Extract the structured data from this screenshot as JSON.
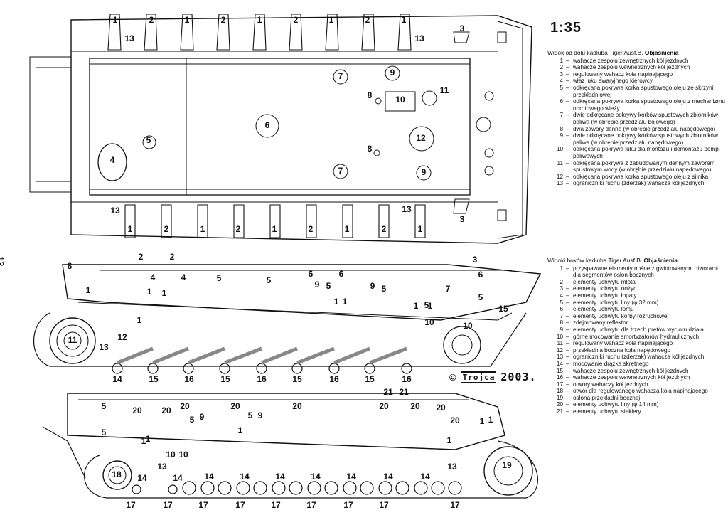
{
  "scale": "1:35",
  "page_number": "13",
  "legend_bottom": {
    "title": "Widok od dołu kadłuba Tiger Ausf.B.",
    "title_bold": "Objaśnienia",
    "items": [
      {
        "n": "1",
        "t": "wahacze zespołu zewnętrznych kół jezdnych"
      },
      {
        "n": "2",
        "t": "wahacze zespołu wewnętrznych kół jezdnych"
      },
      {
        "n": "3",
        "t": "regulowany wahacz koła napinającego"
      },
      {
        "n": "4",
        "t": "właz luku awaryjnego kierowcy"
      },
      {
        "n": "5",
        "t": "odkręcana pokrywa korka spustowego oleju ze skrzyni przekładniowej"
      },
      {
        "n": "6",
        "t": "odkręcana pokrywa korka spustowego oleju z mechanizmu obrotowego wieży"
      },
      {
        "n": "7",
        "t": "dwie odkręcane pokrywy korków spustowych zbiorników paliwa (w obrębie przedziału bojowego)"
      },
      {
        "n": "8",
        "t": "dwa zawory denne (w obrębie przedziału napędowego)"
      },
      {
        "n": "9",
        "t": "dwie odkręcane pokrywy korków spustowych zbiorników paliwa (w obrębie przedziału napędowego)"
      },
      {
        "n": "10",
        "t": "odkręcana pokrywa luku dla montażu i demontażu pomp paliwowych"
      },
      {
        "n": "11",
        "t": "odkręcana pokrywa z zabudowanym dennym zaworem spustowym wody (w obrębie przedziału napędowego)"
      },
      {
        "n": "12",
        "t": "odkręcana pokrywa korka spustowego oleju z silnika"
      },
      {
        "n": "13",
        "t": "ograniczniki ruchu (zderzak) wahacza kół jezdnych"
      }
    ]
  },
  "legend_side": {
    "title": "Widoki boków kadłuba Tiger Ausf.B.",
    "title_bold": "Objaśnienia",
    "items": [
      {
        "n": "1",
        "t": "przyspawane elementy nośne z gwintowanymi otworami dla segmentów osłon bocznych"
      },
      {
        "n": "2",
        "t": "elementy uchwytu młota"
      },
      {
        "n": "3",
        "t": "elementy uchwytu nożyc"
      },
      {
        "n": "4",
        "t": "elementy uchwytu łopaty"
      },
      {
        "n": "5",
        "t": "elementy uchwytu liny (φ 32 mm)"
      },
      {
        "n": "6",
        "t": "elementy uchwytu łomu"
      },
      {
        "n": "7",
        "t": "elementy uchwytu korby rozruchowej"
      },
      {
        "n": "8",
        "t": "zdejmowany reflektor"
      },
      {
        "n": "9",
        "t": "elementy uchwytu dla trzech prętów wycioru działa"
      },
      {
        "n": "10",
        "t": "górne mocowanie amortyzatorów hydraulicznych"
      },
      {
        "n": "11",
        "t": "regulowany wahacz koła napinającego"
      },
      {
        "n": "12",
        "t": "przekładnia boczna koła napędowego"
      },
      {
        "n": "13",
        "t": "ograniczniki ruchu (zderzak) wahacza kół jezdnych"
      },
      {
        "n": "14",
        "t": "mocowanie drążka skrętnego"
      },
      {
        "n": "15",
        "t": "wahacze zespołu zewnętrznych kół jezdnych"
      },
      {
        "n": "16",
        "t": "wahacze zespołu wewnętrznych kół jezdnych"
      },
      {
        "n": "17",
        "t": "otwory wahaczy kół jezdnych"
      },
      {
        "n": "18",
        "t": "otwór dla regulowanego wahacza koła napinającego"
      },
      {
        "n": "19",
        "t": "osłona przekładni bocznej"
      },
      {
        "n": "20",
        "t": "elementy uchwytu liny (φ 14 mm)"
      },
      {
        "n": "21",
        "t": "elementy uchwytu siekiery"
      }
    ]
  },
  "copyright": {
    "symbol": "©",
    "author": "Trojca",
    "year": "2003."
  },
  "callouts": {
    "bottom_view_top_arms": [
      "1",
      "2",
      "1",
      "2",
      "1",
      "2",
      "1",
      "2",
      "1"
    ],
    "bottom_view_bottom_arms": [
      "1",
      "2",
      "1",
      "2",
      "1",
      "2",
      "1",
      "2",
      "1"
    ],
    "bottom_view": [
      "13",
      "13",
      "3",
      "4",
      "5",
      "6",
      "7",
      "9",
      "8",
      "10",
      "11",
      "12",
      "8",
      "7",
      "9",
      "13",
      "13",
      "3"
    ],
    "side1": [
      "8",
      "2",
      "2",
      "4",
      "4",
      "5",
      "5",
      "1",
      "1",
      "1",
      "6",
      "6",
      "9",
      "5",
      "1",
      "1",
      "9",
      "5",
      "3",
      "6",
      "7",
      "5",
      "5",
      "1",
      "1",
      "1",
      "10",
      "10",
      "11",
      "12",
      "13",
      "14",
      "15",
      "16",
      "15",
      "16",
      "15",
      "16",
      "15",
      "16",
      "15",
      "19"
    ],
    "side2": [
      "5",
      "5",
      "20",
      "20",
      "20",
      "5",
      "9",
      "20",
      "5",
      "9",
      "20",
      "21",
      "21",
      "20",
      "20",
      "20",
      "20",
      "1",
      "1",
      "1",
      "10",
      "10",
      "1",
      "1",
      "1",
      "18",
      "13",
      "14",
      "14",
      "14",
      "14",
      "14",
      "14",
      "14",
      "14",
      "14",
      "13",
      "19",
      "17",
      "17",
      "17",
      "17",
      "17",
      "17",
      "17",
      "17",
      "17"
    ]
  }
}
